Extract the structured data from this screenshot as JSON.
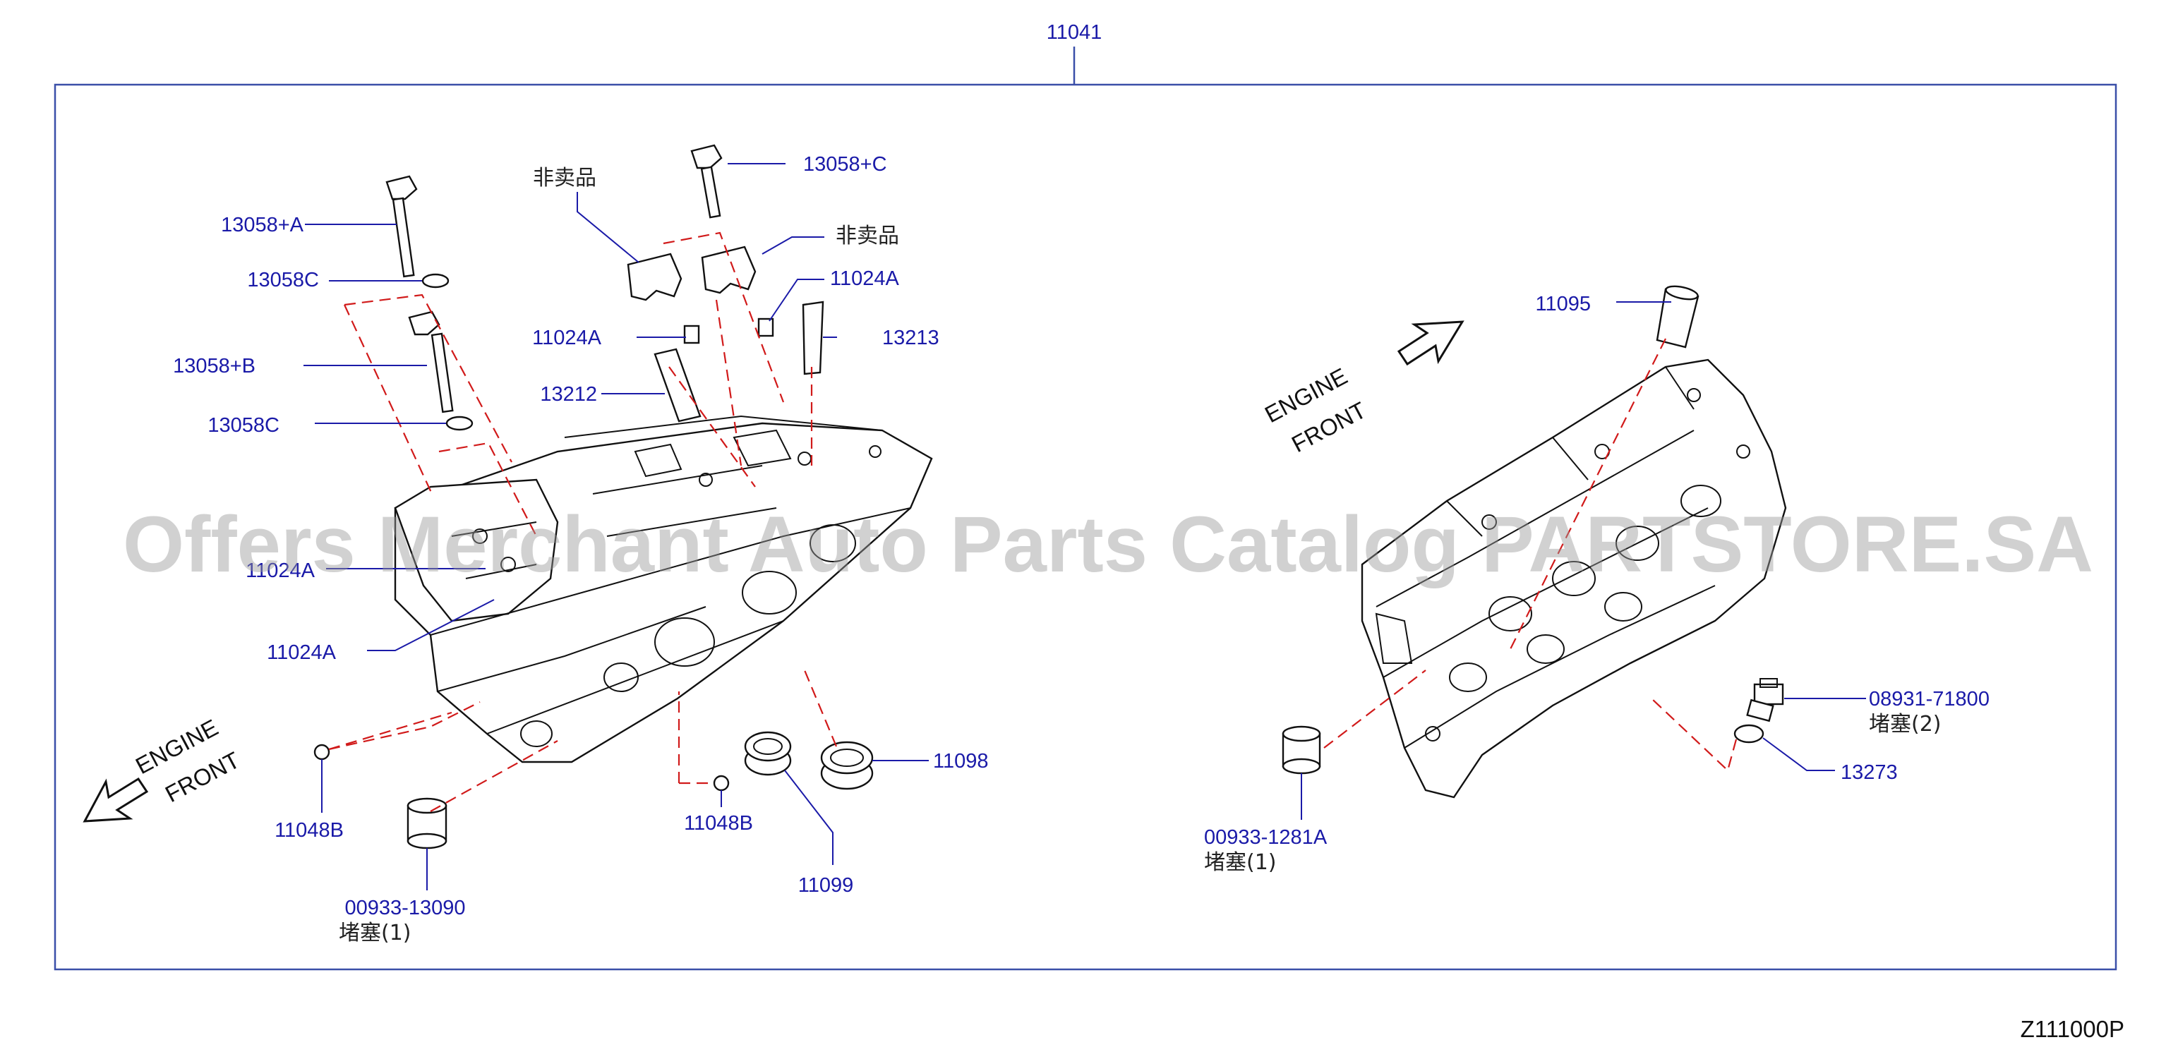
{
  "assembly_number": "11041",
  "figure_code": "Z111000P",
  "watermark": "Offers Merchant Auto Parts Catalog PARTSTORE.SA",
  "direction": {
    "line1": "ENGINE",
    "line2": "FRONT"
  },
  "left_labels": {
    "bolt_a": "13058+A",
    "washer_a": "13058C",
    "bolt_b": "13058+B",
    "washer_b": "13058C",
    "not_sold_1": "非卖品",
    "bolt_c": "13058+C",
    "not_sold_2": "非卖品",
    "dowel_1": "11024A",
    "dowel_2": "11024A",
    "guide_1": "13213",
    "guide_2": "13212",
    "dowel_3": "11024A",
    "dowel_4": "11024A",
    "ball_1": "11048B",
    "ball_2": "11048B",
    "seal_1": "11098",
    "seal_2": "11099",
    "plug_part": "00933-13090",
    "plug_note": "堵塞(1)"
  },
  "right_labels": {
    "sleeve": "11095",
    "plug_part": "08931-71800",
    "plug_note": "堵塞(2)",
    "washer": "13273",
    "plug_part_2": "00933-1281A",
    "plug_note_2": "堵塞(1)"
  },
  "colors": {
    "part_number_text": "#1a1aa8",
    "frame": "#3a4fa8",
    "centerline": "#d11a1a"
  }
}
